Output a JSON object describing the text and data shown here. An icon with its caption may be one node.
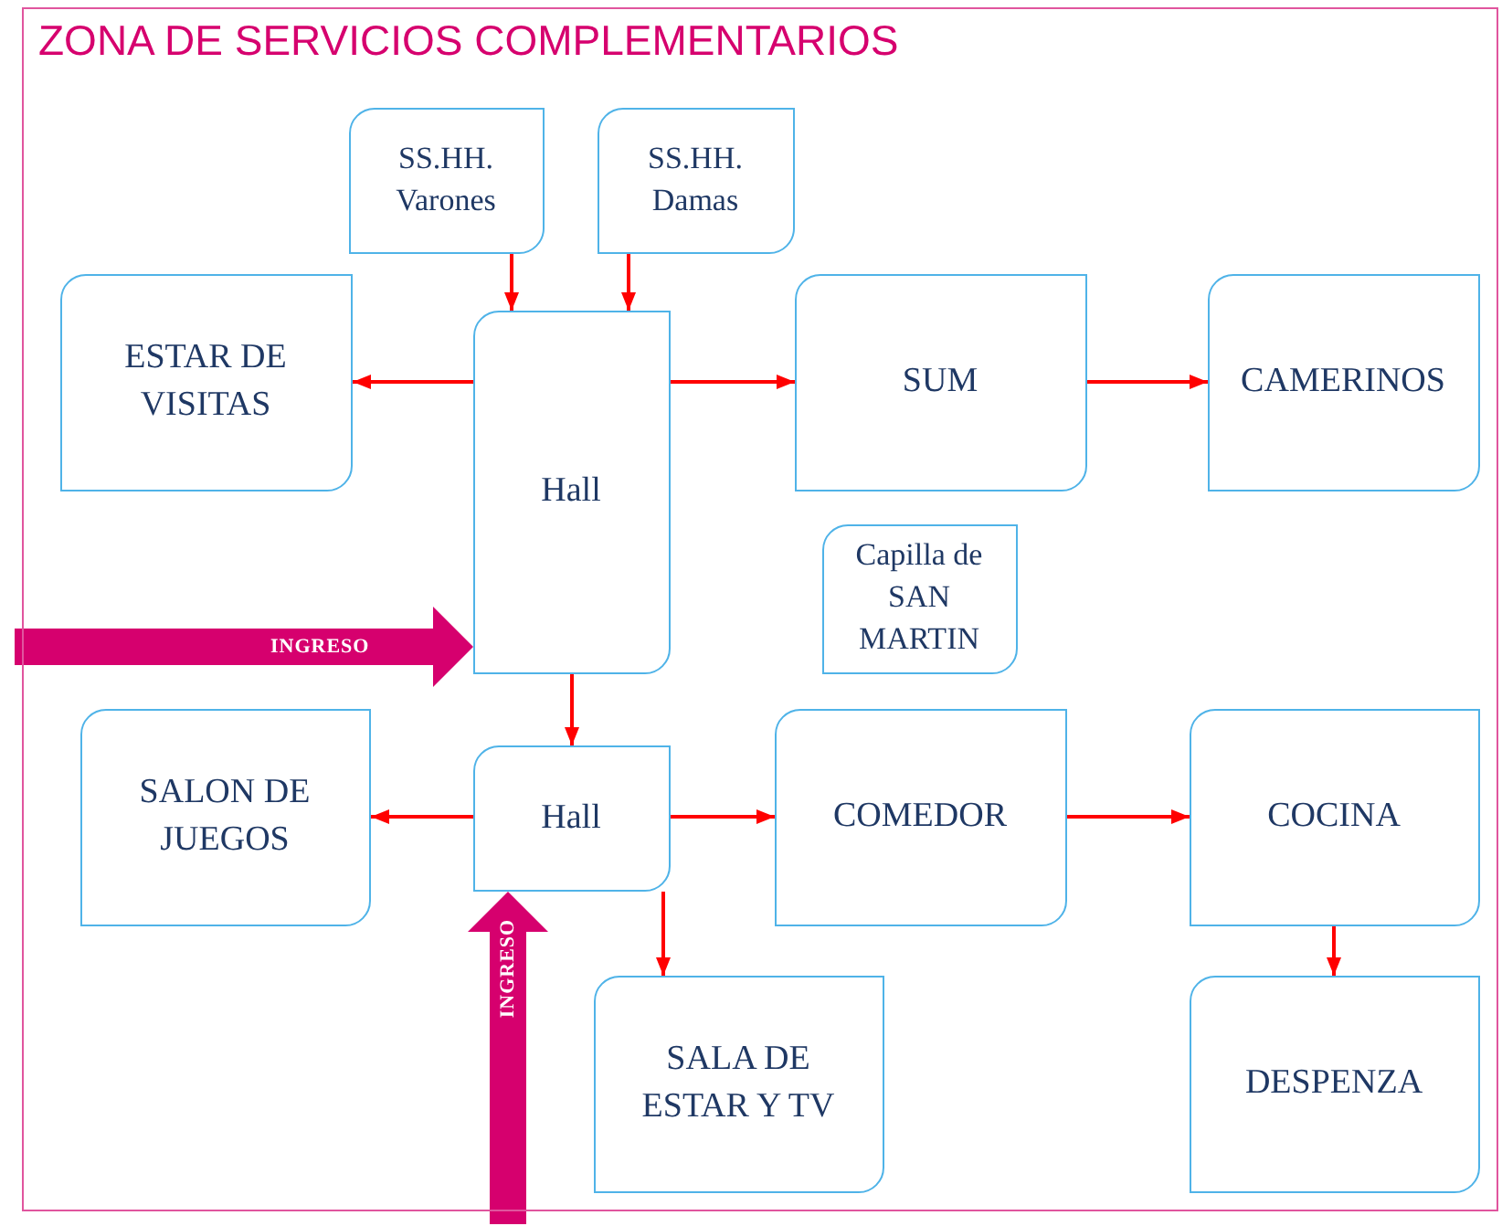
{
  "diagram": {
    "nodes": [
      {
        "text": [
          "ZONA DE SERVICIOS COMPLEMENTARIOS"
        ]
      },
      {
        "text": [
          "SS.HH. Varones"
        ],
        "in": 0
      },
      {
        "text": [
          "SS.HH. Damas"
        ],
        "in": 0
      },
      {
        "text": [
          "ESTAR DE VISITAS"
        ],
        "in": 0
      },
      {
        "text": [
          "Hall"
        ],
        "in": 0
      },
      {
        "text": [
          "SUM"
        ],
        "in": 0
      },
      {
        "text": [
          "CAMERINOS"
        ],
        "in": 0
      },
      {
        "text": [
          "Capilla de SAN MARTIN"
        ],
        "in": 0
      },
      {
        "text": [
          "SALON DE JUEGOS"
        ],
        "in": 0
      },
      {
        "text": [
          "Hall"
        ],
        "in": 0
      },
      {
        "text": [
          "COMEDOR"
        ],
        "in": 0
      },
      {
        "text": [
          "COCINA"
        ],
        "in": 0
      },
      {
        "text": [
          "SALA DE ESTAR Y TV"
        ],
        "in": 0
      },
      {
        "text": [
          "DESPENZA"
        ],
        "in": 0
      }
    ],
    "edges": [
      {
        "from": 1,
        "to": 4,
        "arrow": "to"
      },
      {
        "from": 2,
        "to": 4,
        "arrow": "to"
      },
      {
        "from": 4,
        "to": 3,
        "arrow": "to"
      },
      {
        "from": 4,
        "to": 5,
        "arrow": "to"
      },
      {
        "from": 5,
        "to": 6,
        "arrow": "to"
      },
      {
        "from": null,
        "to": 4,
        "arrow": "to",
        "label": "INGRESO",
        "style": "thick",
        "color": "#d6006e"
      },
      {
        "from": 4,
        "to": 9,
        "arrow": "to"
      },
      {
        "from": 9,
        "to": 8,
        "arrow": "to"
      },
      {
        "from": 9,
        "to": 10,
        "arrow": "to"
      },
      {
        "from": 10,
        "to": 11,
        "arrow": "to"
      },
      {
        "from": 9,
        "to": 12,
        "arrow": "to"
      },
      {
        "from": 11,
        "to": 13,
        "arrow": "to"
      },
      {
        "from": null,
        "to": 9,
        "arrow": "to",
        "label": "INGRESO",
        "style": "thick",
        "color": "#d6006e"
      }
    ]
  }
}
